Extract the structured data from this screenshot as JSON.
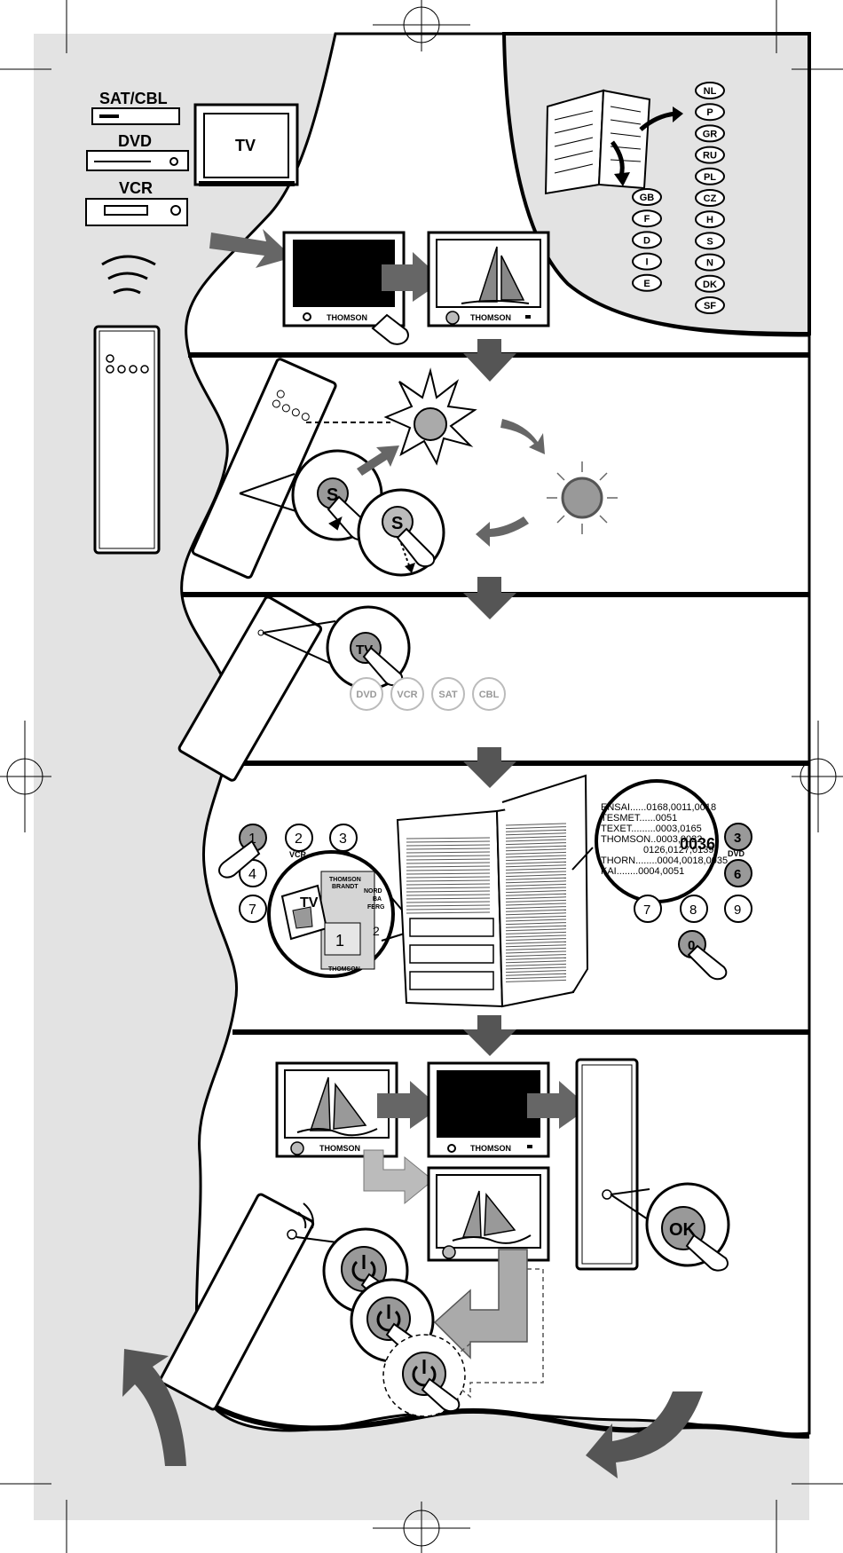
{
  "devices": {
    "sat_cbl": "SAT/CBL",
    "dvd": "DVD",
    "vcr": "VCR",
    "tv": "TV"
  },
  "tv_brand": "THOMSON",
  "languages_right": [
    "NL",
    "P",
    "GR",
    "RU",
    "PL",
    "CZ",
    "H",
    "S",
    "N",
    "DK",
    "SF"
  ],
  "languages_left": [
    "GB",
    "F",
    "D",
    "I",
    "E"
  ],
  "step2": {
    "button_s": "S"
  },
  "step3": {
    "pressed": "TV",
    "modes": [
      "DVD",
      "VCR",
      "SAT",
      "CBL"
    ]
  },
  "step4": {
    "left_keys": [
      "1",
      "2",
      "3",
      "4",
      "7"
    ],
    "left_key_labels": [
      "TV",
      "VCR",
      "DVD"
    ],
    "zoom_brand1": "THOMSON",
    "zoom_brand2": "BRANDT",
    "zoom_tv": "TV",
    "zoom_number": "1",
    "zoom_number2": "2",
    "zoom_bottom": "THOMSON",
    "zoom_side": [
      "NORD",
      "BA",
      "FERG"
    ],
    "code_rows": [
      {
        "brand": "ENSAI",
        "codes": "......0168,0011,0018"
      },
      {
        "brand": "TESMET",
        "codes": "......0051"
      },
      {
        "brand": "TEXET",
        "codes": ".........0003,0165"
      },
      {
        "brand": "THOMSON",
        "codes": "..0003,0022"
      },
      {
        "brand": "",
        "codes": "0126,0127,0139"
      },
      {
        "brand": "THORN",
        "codes": "........0004,0018,0035"
      },
      {
        "brand": "KAI",
        "codes": "........0004,0051"
      }
    ],
    "code_highlight": "0036",
    "right_keys": [
      "3",
      "6",
      "7",
      "8",
      "9",
      "0"
    ],
    "right_key_label": "DVD"
  },
  "step5": {
    "ok": "OK"
  }
}
